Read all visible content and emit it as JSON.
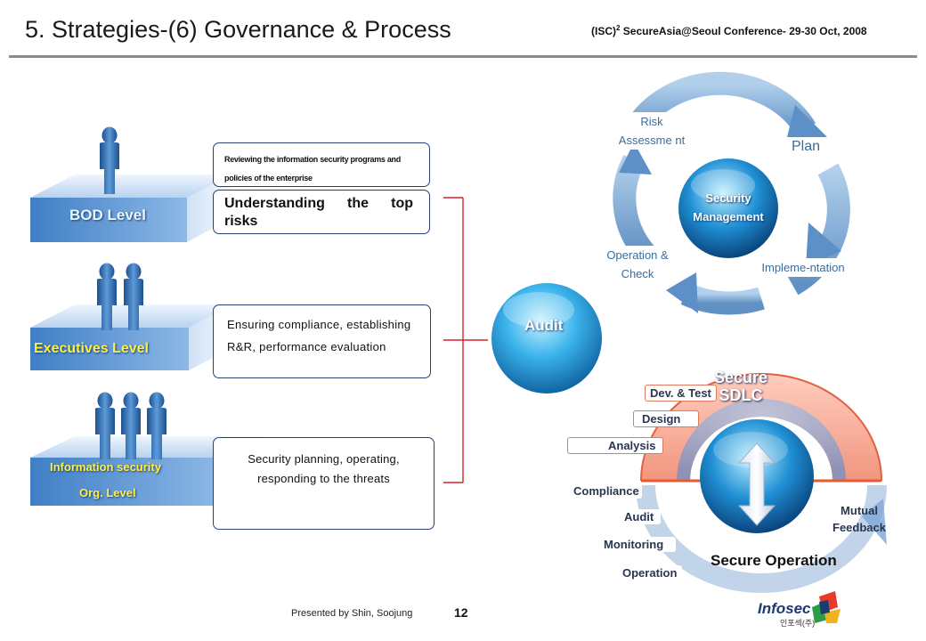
{
  "header": {
    "title": "5. Strategies-(6) Governance & Process",
    "conference_prefix": "(ISC)",
    "conference_sup": "2",
    "conference_rest": " SecureAsia@Seoul Conference- 29-30 Oct, 2008"
  },
  "levels": [
    {
      "label": "BOD Level",
      "label_color": "#e8f6ff"
    },
    {
      "label": "Executives Level",
      "label_color": "#ffee44"
    },
    {
      "label_line1": "Information security",
      "label_line2": "Org.  Level",
      "label_color": "#ffee44"
    }
  ],
  "boxes": {
    "bod_small": "Reviewing the information security programs and policies of the enterprise",
    "bod_main": "Understanding the top risks",
    "exec": "Ensuring compliance, establishing R&R, performance evaluation",
    "org": "Security planning, operating, responding to the threats"
  },
  "audit": {
    "label": "Audit"
  },
  "security_cycle": {
    "center_line1": "Security",
    "center_line2": "Management",
    "risk": "Risk Assessme nt",
    "plan": "Plan",
    "implementation": "Impleme-ntation",
    "operation": "Operation & Check"
  },
  "sdlc": {
    "title_line1": "Secure",
    "title_line2": "SDLC",
    "stages": [
      "Dev. & Test",
      "Design",
      "Analysis"
    ],
    "operation_title": "Secure Operation",
    "operation_items": [
      "Compliance",
      "Audit",
      "Monitoring",
      "Operation"
    ],
    "feedback_line1": "Mutual",
    "feedback_line2": "Feedback"
  },
  "footer": {
    "presenter": "Presented by Shin, Soojung",
    "page": "12",
    "logo": "Infosec",
    "logo_sub": "인포섹(주)"
  }
}
